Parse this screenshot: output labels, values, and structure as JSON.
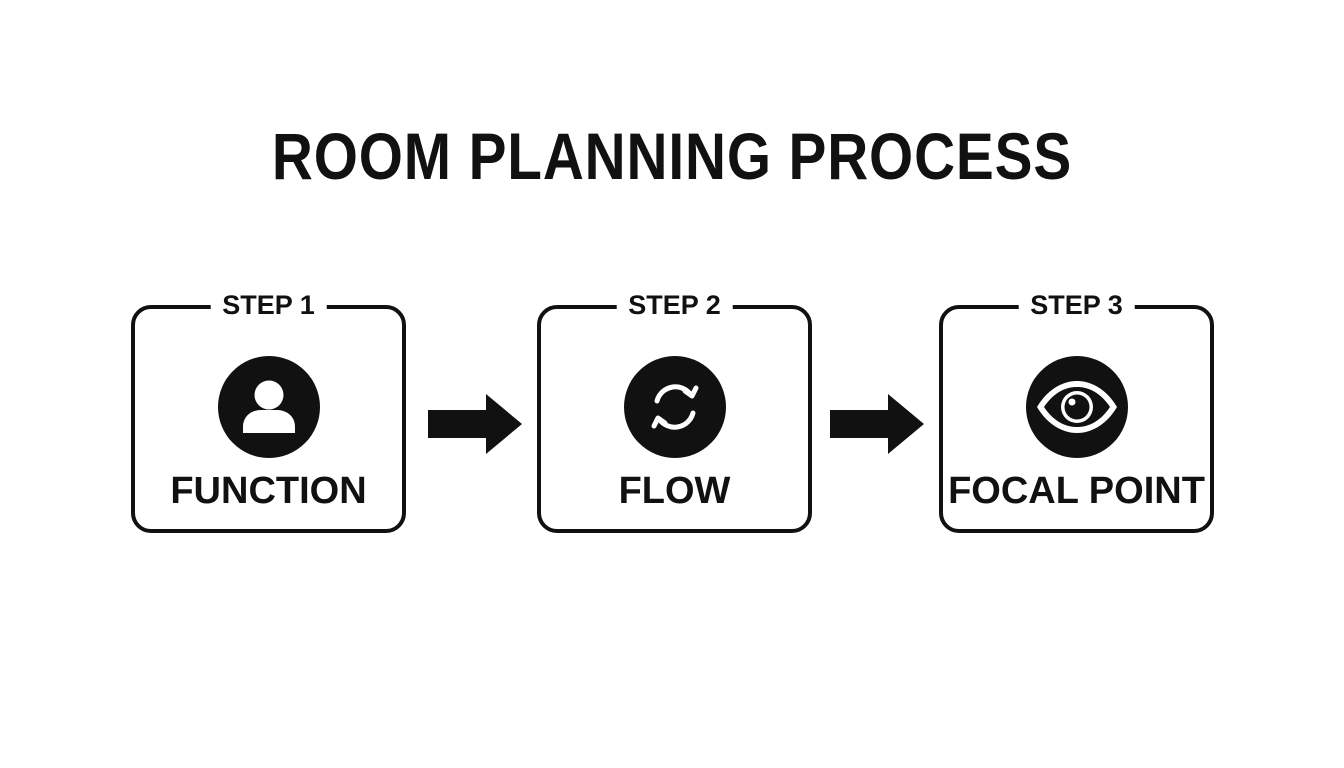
{
  "title": "ROOM PLANNING PROCESS",
  "steps": [
    {
      "label": "STEP 1",
      "name": "FUNCTION",
      "icon": "person-icon"
    },
    {
      "label": "STEP 2",
      "name": "FLOW",
      "icon": "cycle-arrows-icon"
    },
    {
      "label": "STEP 3",
      "name": "FOCAL POINT",
      "icon": "eye-icon"
    }
  ],
  "colors": {
    "ink": "#111111",
    "background": "#ffffff"
  }
}
